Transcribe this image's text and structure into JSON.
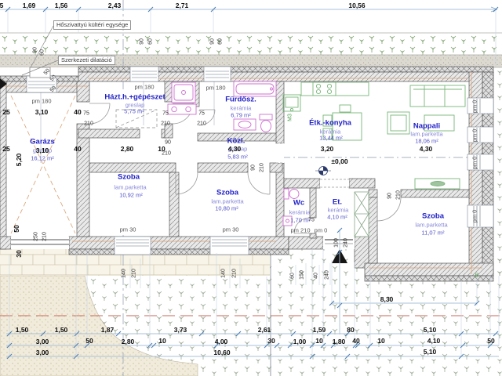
{
  "annotations": {
    "heat_pump": "Hőszivattyú kültéri egysége",
    "dilatation": "Szerkezeti dilatáció",
    "level": "±0,00",
    "wall_mark": "M3",
    "section_mark": "B"
  },
  "rooms": {
    "garage": {
      "name": "Garázs",
      "floor": "greslap",
      "area": "16,12 m²"
    },
    "utility": {
      "name": "Házt.h.+gépészet",
      "floor": "greslap",
      "area": "5,75 m²"
    },
    "bathroom": {
      "name": "Fürdősz.",
      "floor": "kerámia",
      "area": "6,79 m²"
    },
    "hall": {
      "name": "Közl.",
      "floor": "greslap",
      "area": "5,83 m²"
    },
    "kitchen": {
      "name": "Étk.-konyha",
      "floor": "kerámia",
      "area": "13,44 m²"
    },
    "living": {
      "name": "Nappali",
      "floor": "lam.parketta",
      "area": "18,06 m²"
    },
    "room1": {
      "name": "Szoba",
      "floor": "lam.parketta",
      "area": "10,92 m²"
    },
    "room2": {
      "name": "Szoba",
      "floor": "lam.parketta",
      "area": "10,80 m²"
    },
    "wc": {
      "name": "Wc",
      "floor": "kerámia",
      "area": "1,70 m²"
    },
    "entry": {
      "name": "Et.",
      "floor": "kerámia",
      "area": "4,10 m²"
    },
    "room3": {
      "name": "Szoba",
      "floor": "lam.parketta",
      "area": "11,07 m²"
    }
  },
  "dims": {
    "top": [
      "5",
      "1,69",
      "1,56",
      "2,43",
      "2,71",
      "10,56"
    ],
    "row1": [
      "1,50",
      "1,50",
      "1,87",
      "3,73",
      "2,61",
      "1,59",
      "80",
      "5,10"
    ],
    "row2": [
      "3,00",
      "50",
      "2,80",
      "10",
      "4,00",
      "30",
      "1,00",
      "10",
      "1,80",
      "40",
      "10",
      "4,10",
      "50"
    ],
    "row3": [
      "3,00",
      "10,60",
      "5,10"
    ],
    "right_total": "8,30",
    "small": [
      "90",
      "60",
      "90",
      "60",
      "90",
      "60",
      "50",
      "50",
      "50",
      "25",
      "3,10",
      "40",
      "75",
      "210",
      "25",
      "40",
      "5,20",
      "50",
      "250",
      "210",
      "30",
      "75",
      "210",
      "75",
      "210",
      "90",
      "210",
      "2,80",
      "10",
      "90",
      "210",
      "3,20",
      "4,30",
      "4,30",
      "3,10",
      "pm 180",
      "pm 180",
      "pm 180",
      "pm 30",
      "pm 30",
      "pm 210",
      "pm 0",
      "pm 0",
      "pm 0",
      "pm 0",
      "pm 0",
      "75",
      "100",
      "240",
      "90",
      "210",
      "140",
      "210",
      "140",
      "210",
      "60",
      "150",
      "40",
      "240"
    ]
  },
  "colors": {
    "room_label": "#2121c8",
    "furniture": "#79b579",
    "sanitary": "#cf6fd0",
    "red_line": "#c96a5a",
    "dim_line": "#a9c3da"
  }
}
